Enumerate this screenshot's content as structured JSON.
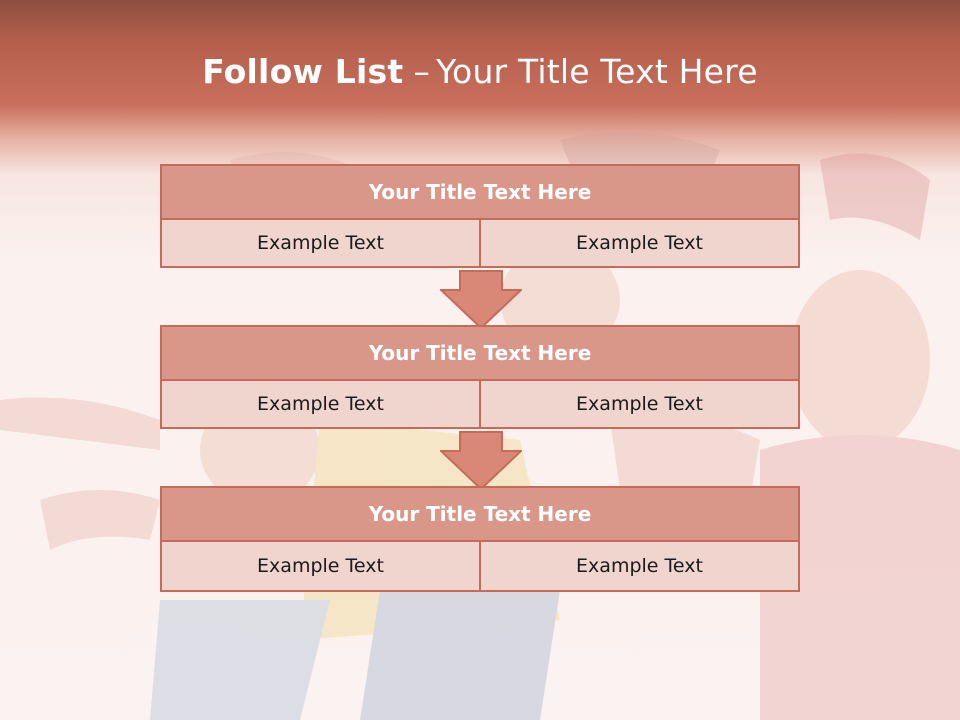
{
  "slide": {
    "title_bold": "Follow List",
    "title_separator": "–",
    "title_rest": "Your Title Text Here"
  },
  "steps": [
    {
      "heading": "Your Title Text Here",
      "left": "Example Text",
      "right": "Example Text"
    },
    {
      "heading": "Your Title Text Here",
      "left": "Example Text",
      "right": "Example Text"
    },
    {
      "heading": "Your Title Text Here",
      "left": "Example Text",
      "right": "Example Text"
    }
  ],
  "colors": {
    "header_band": "#c9705d",
    "box_header": "#d9978a",
    "box_cell": "#f0d5cf",
    "border": "#c66b58",
    "arrow": "#d98877"
  }
}
